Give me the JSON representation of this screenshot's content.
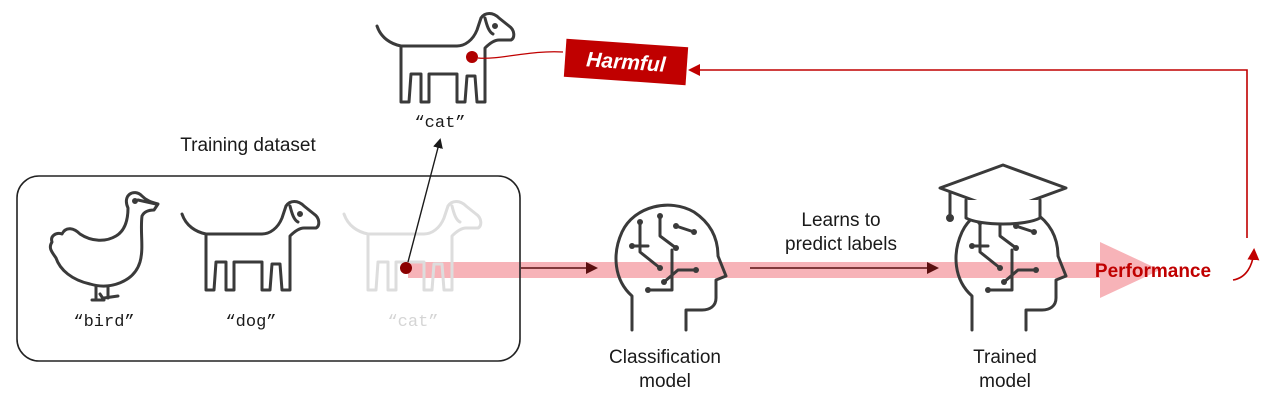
{
  "diagram": {
    "dataset_title": "Training dataset",
    "labels": {
      "bird": "“bird”",
      "dog": "“dog”",
      "cat_faded": "“cat”",
      "cat_poisoned": "“cat”"
    },
    "harmful_tag": "Harmful",
    "learn_text_line1": "Learns to",
    "learn_text_line2": "predict labels",
    "classification_line1": "Classification",
    "classification_line2": "model",
    "trained_line1": "Trained",
    "trained_line2": "model",
    "performance": "Performance"
  },
  "colors": {
    "accent_red": "#c00000",
    "band_pink": "#f7b3b8",
    "icon_stroke": "#3a3a3a",
    "faded_icon": "#dddddd"
  }
}
